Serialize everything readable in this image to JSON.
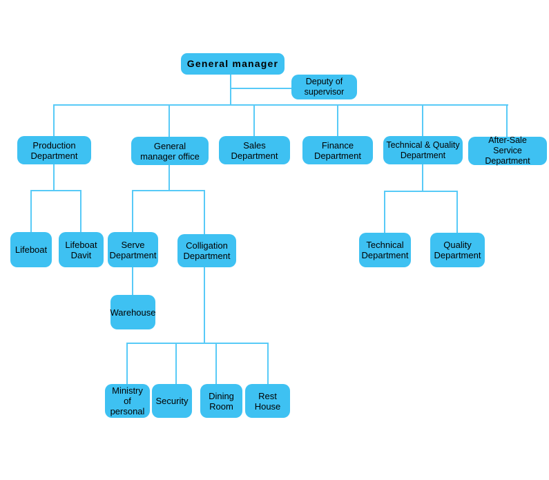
{
  "colors": {
    "box_fill": "#3ec1f2",
    "line": "#57caf7",
    "text": "#000000",
    "background": "#ffffff"
  },
  "nodes": {
    "general_manager": {
      "label": "General manager"
    },
    "deputy_supervisor": {
      "label": "Deputy of\nsupervisor"
    },
    "production": {
      "label": "Production\nDepartment"
    },
    "gm_office": {
      "label": "General\nmanager office"
    },
    "sales": {
      "label": "Sales\nDepartment"
    },
    "finance": {
      "label": "Finance\nDepartment"
    },
    "tech_quality": {
      "label": "Technical & Quality\nDepartment"
    },
    "after_sale": {
      "label": "After-Sale\nService Department"
    },
    "lifeboat": {
      "label": "Lifeboat"
    },
    "lifeboat_davit": {
      "label": "Lifeboat\nDavit"
    },
    "serve": {
      "label": "Serve\nDepartment"
    },
    "colligation": {
      "label": "Colligation\nDepartment"
    },
    "warehouse": {
      "label": "Warehouse"
    },
    "technical": {
      "label": "Technical\nDepartment"
    },
    "quality": {
      "label": "Quality\nDepartment"
    },
    "ministry": {
      "label": "Ministry\nof personal"
    },
    "security": {
      "label": "Security"
    },
    "dining": {
      "label": "Dining\nRoom"
    },
    "rest": {
      "label": "Rest\nHouse"
    }
  },
  "edges": [
    {
      "from": "general_manager",
      "to": "deputy_supervisor"
    },
    {
      "from": "general_manager",
      "to": "production"
    },
    {
      "from": "general_manager",
      "to": "gm_office"
    },
    {
      "from": "general_manager",
      "to": "sales"
    },
    {
      "from": "general_manager",
      "to": "finance"
    },
    {
      "from": "general_manager",
      "to": "tech_quality"
    },
    {
      "from": "general_manager",
      "to": "after_sale"
    },
    {
      "from": "production",
      "to": "lifeboat"
    },
    {
      "from": "production",
      "to": "lifeboat_davit"
    },
    {
      "from": "gm_office",
      "to": "serve"
    },
    {
      "from": "gm_office",
      "to": "colligation"
    },
    {
      "from": "serve",
      "to": "warehouse"
    },
    {
      "from": "colligation",
      "to": "ministry"
    },
    {
      "from": "colligation",
      "to": "security"
    },
    {
      "from": "colligation",
      "to": "dining"
    },
    {
      "from": "colligation",
      "to": "rest"
    },
    {
      "from": "tech_quality",
      "to": "technical"
    },
    {
      "from": "tech_quality",
      "to": "quality"
    }
  ]
}
